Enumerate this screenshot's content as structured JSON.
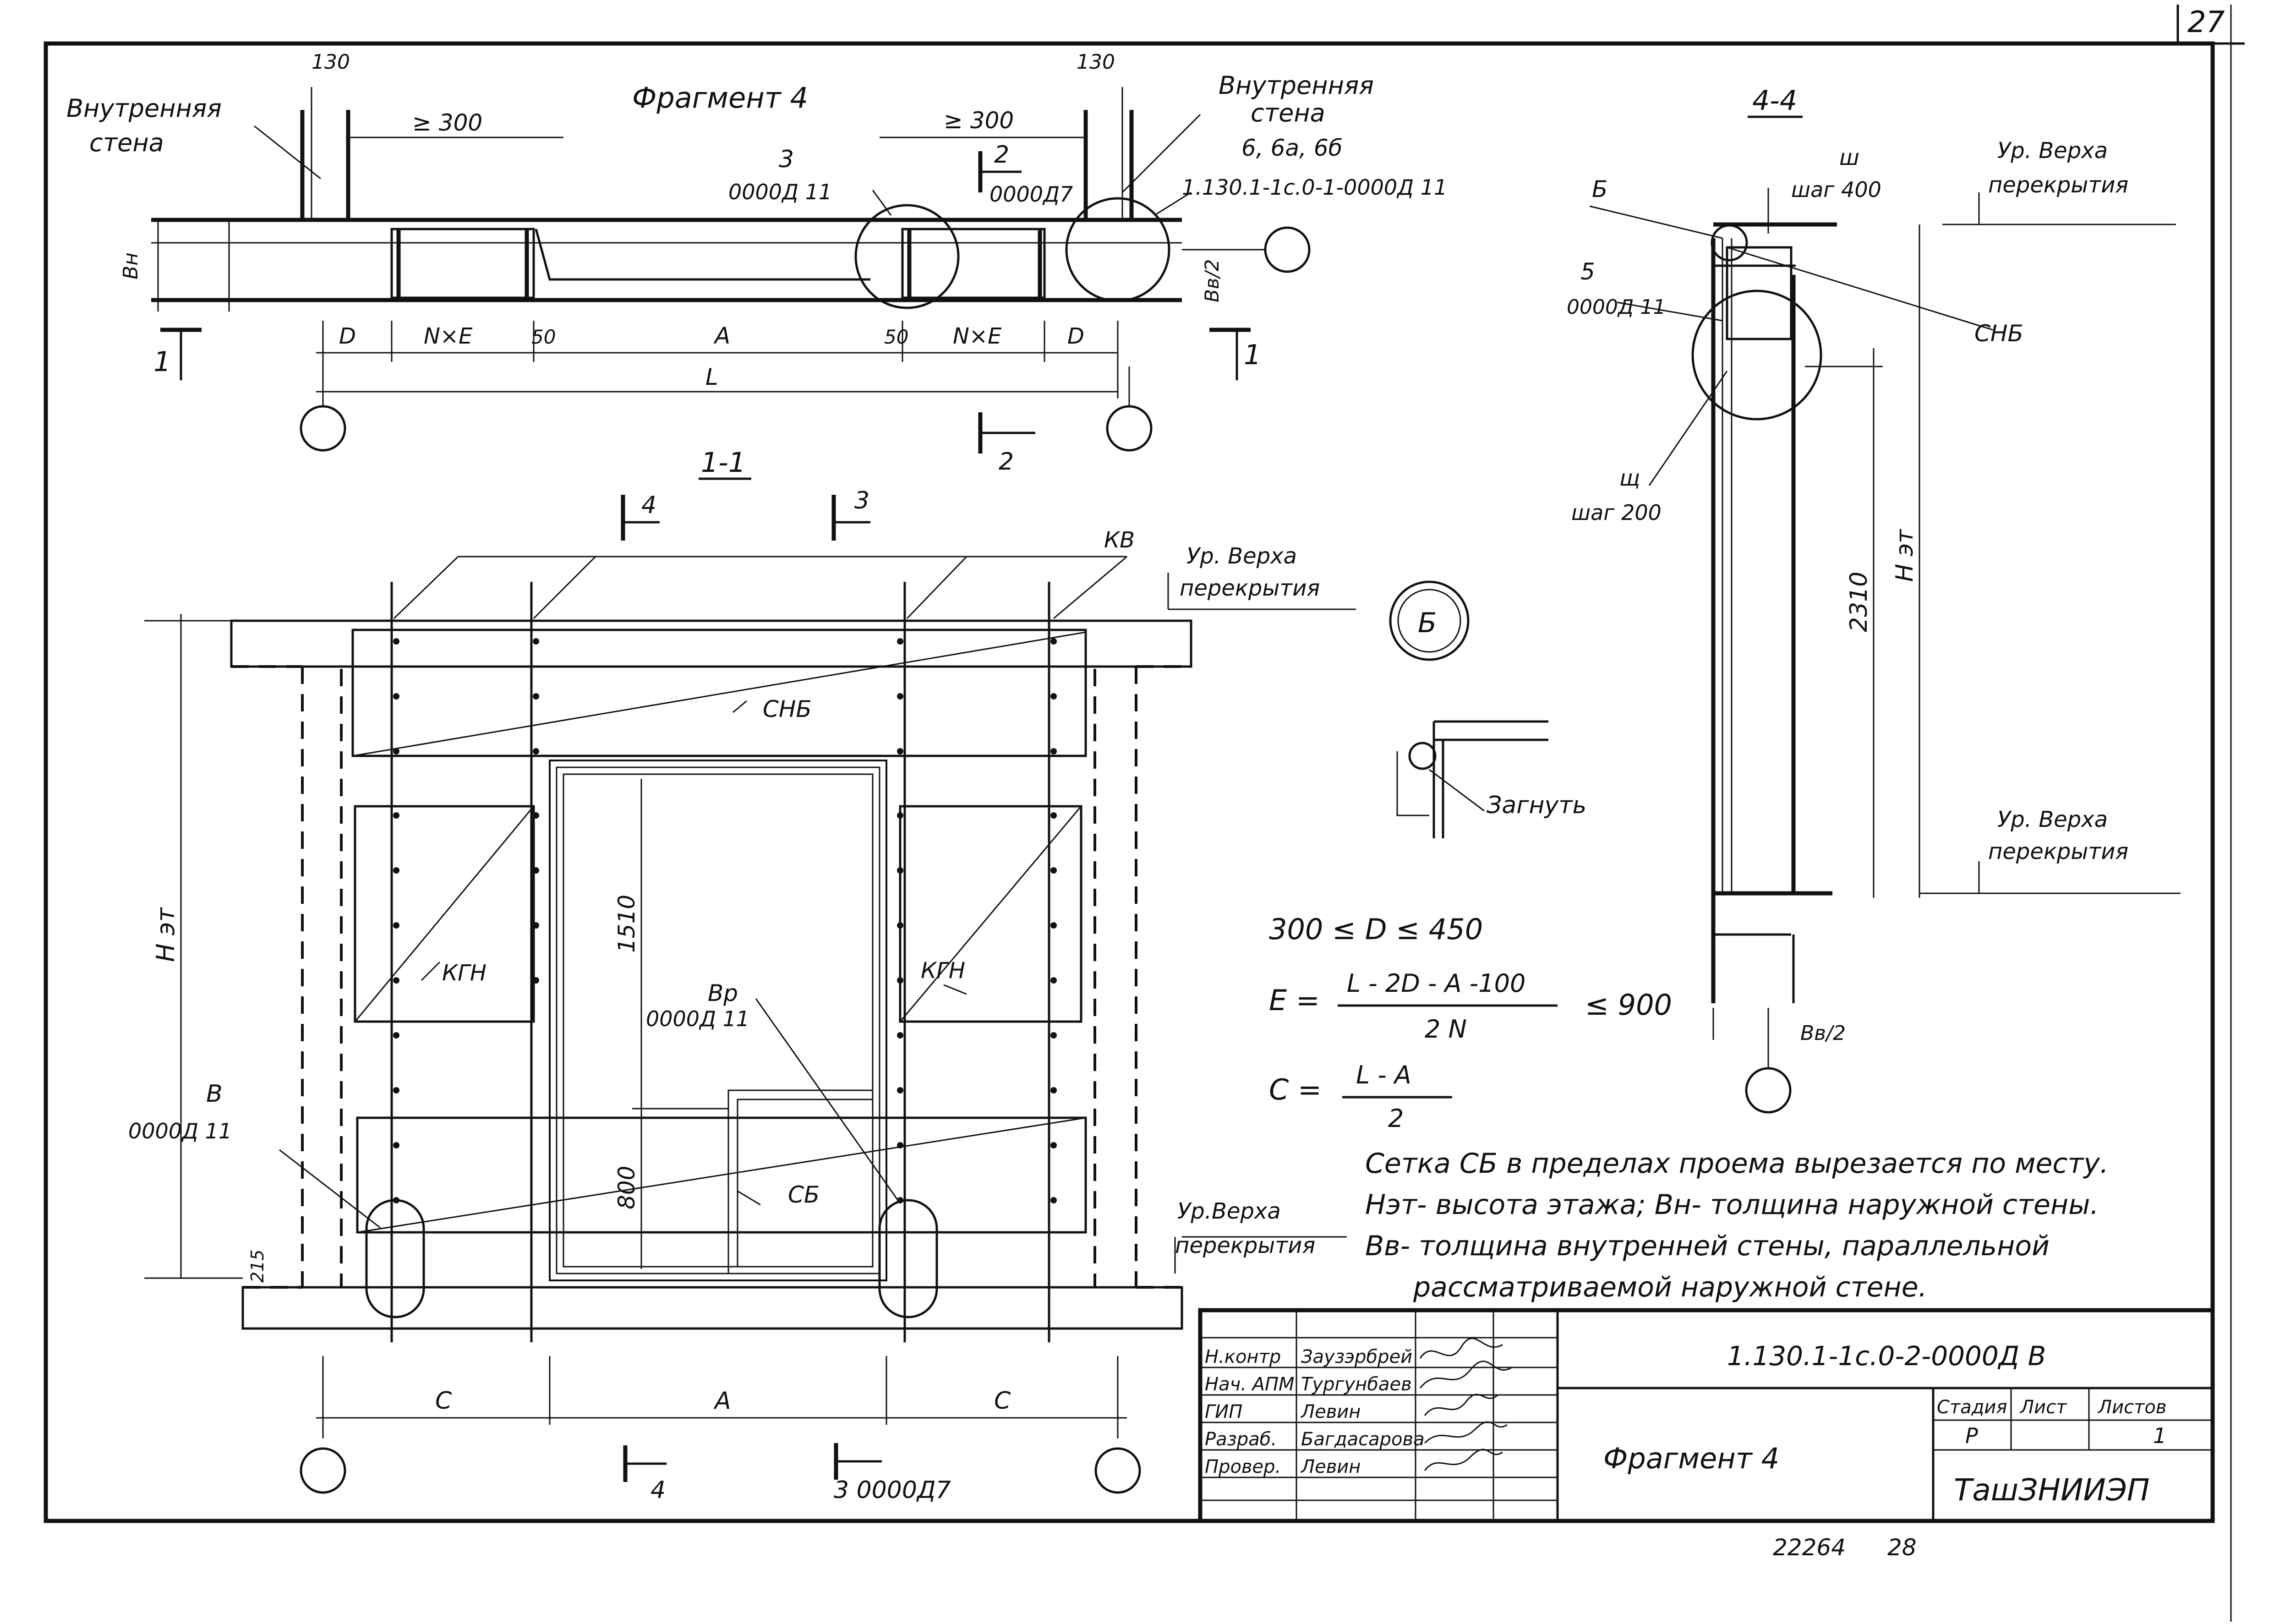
{
  "sheet_number": "27",
  "bottom_numbers": {
    "left": "22264",
    "right": "28"
  },
  "plan": {
    "title": "Фрагмент 4",
    "labels": {
      "inner_wall_left_1": "Внутренняя",
      "inner_wall_left_2": "стена",
      "inner_wall_right_1": "Внутренняя",
      "inner_wall_right_2": "стена",
      "inner_wall_right_3": "6, 6а, 6б",
      "ref_right": "1.130.1-1с.0-1-0000Д 11",
      "dim_130_left": "130",
      "dim_130_right": "130",
      "dim_300_left": "≥ 300",
      "dim_300_right": "≥ 300",
      "callout_3_num": "3",
      "callout_3_ref": "0000Д 11",
      "section_2_num": "2",
      "section_2_ref": "0000Д7",
      "section_2_bottom": "2",
      "bn": "Вн",
      "bb2": "Вв/2",
      "D_left": "D",
      "NxE_left": "N×E",
      "d50_left": "50",
      "A": "A",
      "d50_right": "50",
      "NxE_right": "N×E",
      "D_right": "D",
      "L": "L",
      "cut1_left": "1",
      "cut1_right": "1"
    }
  },
  "section_1_1": {
    "title": "1-1",
    "cut4": "4",
    "cut3": "3",
    "labels": {
      "kv": "КВ",
      "top_level_1a": "Ур. Верха",
      "top_level_1b": "перекрытия",
      "snb": "СНБ",
      "kgn_left": "КГН",
      "kgn_right": "КГН",
      "h_et": "Н эт",
      "d1510": "1510",
      "d800": "800",
      "d215": "215",
      "br": "Вр",
      "br_ref": "0000Д 11",
      "b_callout": "В",
      "b_ref": "0000Д 11",
      "sb": "СБ",
      "bot_level_a": "Ур.Верха",
      "bot_level_b": "перекрытия",
      "C_left": "C",
      "A": "A",
      "C_right": "C",
      "cut4_bottom": "4",
      "cut3_bottom": "3 0000Д7"
    }
  },
  "detail_B": {
    "marker": "Б",
    "bend_label": "Загнуть"
  },
  "section_4_4": {
    "title": "4-4",
    "labels": {
      "b": "Б",
      "sh": "ш",
      "step400": "шаг 400",
      "top_level_a": "Ур. Верха",
      "top_level_b": "перекрытия",
      "callout5": "5",
      "callout5_ref": "0000Д 11",
      "snb": "СНБ",
      "shch": "щ",
      "step200": "шаг 200",
      "d2310": "2310",
      "h_et": "Н эт",
      "bot_level_a": "Ур. Верха",
      "bot_level_b": "перекрытия",
      "bb2": "Вв/2"
    }
  },
  "formulas": {
    "d_range": "300 ≤ D ≤ 450",
    "e_lhs": "E =",
    "e_num": "L - 2D - A -100",
    "e_den": "2 N",
    "e_rhs": "≤ 900",
    "c_lhs": "C =",
    "c_num": "L - A",
    "c_den": "2"
  },
  "notes": [
    "Сетка СБ в пределах проема вырезается по месту.",
    "Нэт- высота этажа; Вн- толщина наружной стены.",
    "Вв- толщина внутренней стены, параллельной",
    "рассматриваемой наружной стене."
  ],
  "title_block": {
    "doc_code": "1.130.1-1с.0-2-0000Д В",
    "title": "Фрагмент 4",
    "org": "ТашЗНИИЭП",
    "headers": {
      "stage": "Стадия",
      "sheet": "Лист",
      "sheets": "Листов"
    },
    "values": {
      "stage": "Р",
      "sheet": "",
      "sheets": "1"
    },
    "rows": [
      {
        "role": "Н.контр",
        "name": "Заузэрбрей"
      },
      {
        "role": "Нач. АПМ",
        "name": "Тургунбаев"
      },
      {
        "role": "ГИП",
        "name": "Левин"
      },
      {
        "role": "Разраб.",
        "name": "Багдасарова"
      },
      {
        "role": "Провер.",
        "name": "Левин"
      }
    ]
  }
}
